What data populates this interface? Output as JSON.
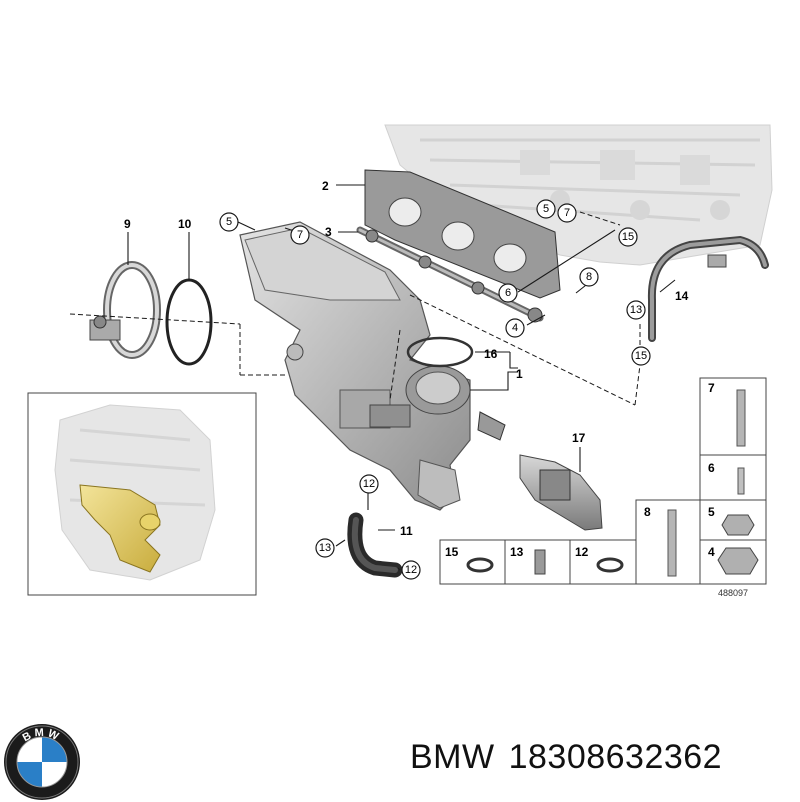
{
  "diagram": {
    "callouts": [
      "1",
      "2",
      "3",
      "4",
      "5",
      "6",
      "7",
      "8",
      "9",
      "10",
      "11",
      "12",
      "13",
      "14",
      "15",
      "16",
      "17"
    ],
    "reference_number": "488097",
    "legend_items": [
      "15",
      "13",
      "12",
      "8",
      "7",
      "6",
      "5",
      "4"
    ]
  },
  "brand": {
    "name": "BMW",
    "part_number": "18308632362",
    "logo_text": "BMW"
  },
  "colors": {
    "part_gray": "#c8c8c8",
    "engine_gray": "#e2e2e2",
    "highlight_yellow": "#e8d36a",
    "bmw_blue": "#2a7fc7"
  }
}
